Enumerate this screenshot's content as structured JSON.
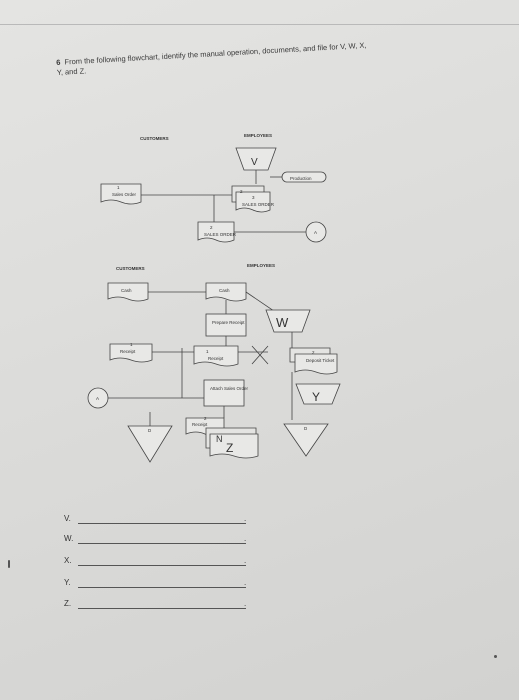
{
  "question": {
    "number": "6",
    "line1": "From the following flowchart, identify the manual operation, documents, and file for V, W, X,",
    "line2": "Y, and Z."
  },
  "top": {
    "customers": "CUSTOMERS",
    "employees": "EMPLOYEES",
    "sales_order": "Sales Order",
    "sales_order_num": "1",
    "v": "V",
    "production": "Production",
    "sales_order_big": "SALES ORDER",
    "sales_order_big_num2": "2",
    "sales_order_big_num3": "3",
    "sales_order_lower": "SALES ORDER",
    "sales_order_lower_num": "2",
    "connector_a": "A"
  },
  "bottom": {
    "customers": "CUSTOMERS",
    "employees": "EMPLOYEES",
    "cash_left": "Cash",
    "cash_right": "Cash",
    "prepare_receipt": "Prepare Receipt",
    "w": "W",
    "receipt_left": "Receipt",
    "receipt_left_num": "1",
    "receipt_mid": "Receipt",
    "receipt_mid_num": "1",
    "x": "X",
    "deposit_ticket": "Deposit Ticket",
    "deposit_num": "2",
    "y": "Y",
    "connector_a": "A",
    "attach": "Attach Sales Order",
    "receipt_low": "Receipt",
    "receipt_low_num": "2",
    "d_left": "D",
    "n_mid": "N",
    "z": "Z",
    "d_right": "D"
  },
  "answers": [
    {
      "label": "V.",
      "comma": "."
    },
    {
      "label": "W.",
      "comma": "."
    },
    {
      "label": "X.",
      "comma": "."
    },
    {
      "label": "Y.",
      "comma": "."
    },
    {
      "label": "Z.",
      "comma": "."
    }
  ]
}
